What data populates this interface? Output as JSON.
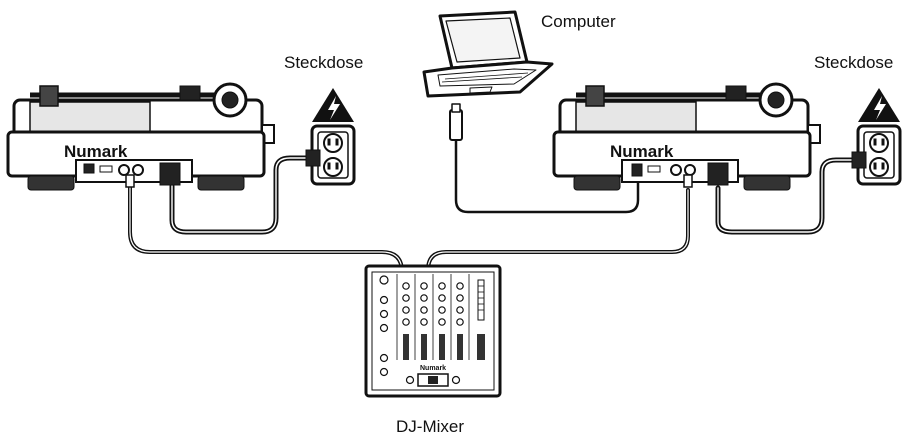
{
  "labels": {
    "computer": "Computer",
    "outlet_left": "Steckdose",
    "outlet_right": "Steckdose",
    "mixer": "DJ-Mixer"
  },
  "brand": {
    "turntable_left": "Numark",
    "turntable_right": "Numark",
    "mixer": "Numark"
  },
  "icons": [
    "laptop-icon",
    "turntable-icon",
    "power-outlet-icon",
    "high-voltage-warning-icon",
    "usb-plug-icon",
    "dj-mixer-icon"
  ]
}
